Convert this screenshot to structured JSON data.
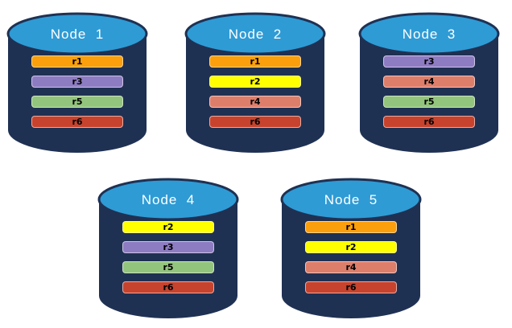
{
  "background": "#FFFFFF",
  "palette": {
    "cylinder_body": "#1F3153",
    "cylinder_top": "#2E9BD5",
    "title_color": "#FFFFFF",
    "bar_text_color": "#000000",
    "replica_colors": {
      "r1": "#FC9F0D",
      "r2": "#FFFF00",
      "r3": "#8E7CC3",
      "r4": "#DD7E6B",
      "r5": "#93C47D",
      "r6": "#C7432D"
    }
  },
  "nodes": [
    {
      "title": "Node  1",
      "bars": [
        {
          "label": "r1",
          "color": "#FC9F0D"
        },
        {
          "label": "r3",
          "color": "#8E7CC3"
        },
        {
          "label": "r5",
          "color": "#93C47D"
        },
        {
          "label": "r6",
          "color": "#C7432D"
        }
      ]
    },
    {
      "title": "Node  2",
      "bars": [
        {
          "label": "r1",
          "color": "#FC9F0D"
        },
        {
          "label": "r2",
          "color": "#FFFF00"
        },
        {
          "label": "r4",
          "color": "#DD7E6B"
        },
        {
          "label": "r6",
          "color": "#C7432D"
        }
      ]
    },
    {
      "title": "Node  3",
      "bars": [
        {
          "label": "r3",
          "color": "#8E7CC3"
        },
        {
          "label": "r4",
          "color": "#DD7E6B"
        },
        {
          "label": "r5",
          "color": "#93C47D"
        },
        {
          "label": "r6",
          "color": "#C7432D"
        }
      ]
    },
    {
      "title": "Node  4",
      "bars": [
        {
          "label": "r2",
          "color": "#FFFF00"
        },
        {
          "label": "r3",
          "color": "#8E7CC3"
        },
        {
          "label": "r5",
          "color": "#93C47D"
        },
        {
          "label": "r6",
          "color": "#C7432D"
        }
      ]
    },
    {
      "title": "Node  5",
      "bars": [
        {
          "label": "r1",
          "color": "#FC9F0D"
        },
        {
          "label": "r2",
          "color": "#FFFF00"
        },
        {
          "label": "r4",
          "color": "#DD7E6B"
        },
        {
          "label": "r6",
          "color": "#C7432D"
        }
      ]
    }
  ]
}
